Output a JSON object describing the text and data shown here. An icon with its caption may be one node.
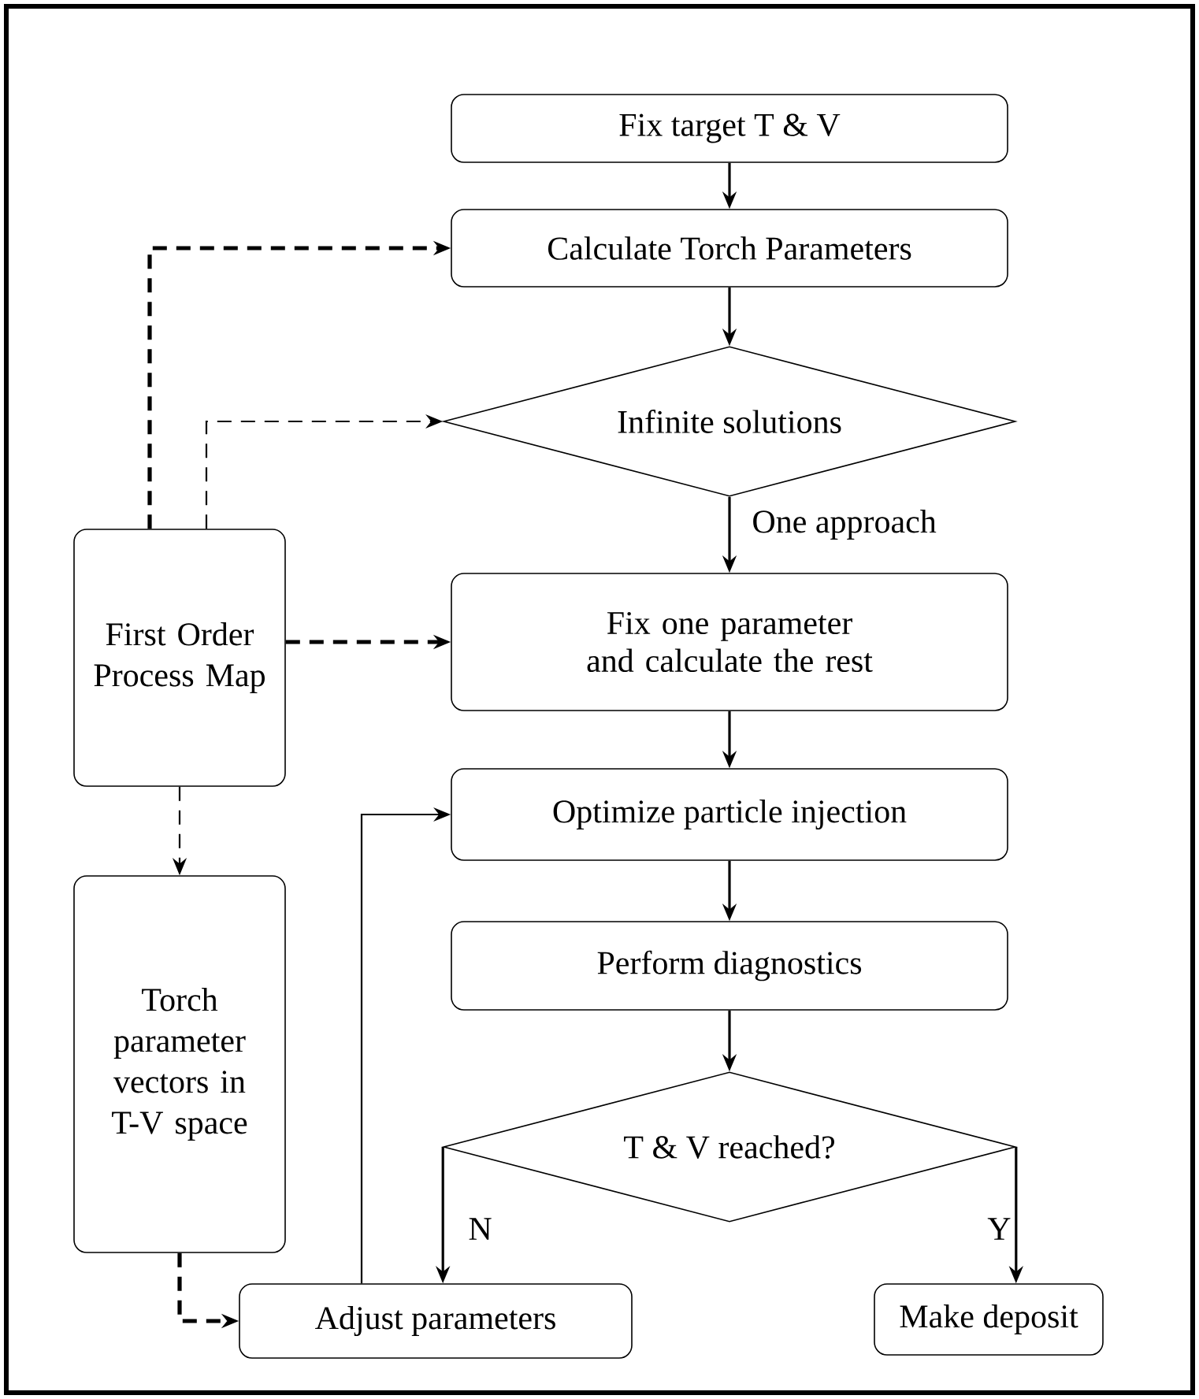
{
  "diagram": {
    "nodes": [
      {
        "text": [
          "Fix target T & V"
        ]
      },
      {
        "text": [
          "Calculate Torch Parameters"
        ]
      },
      {
        "text": [
          "Infinite solutions"
        ]
      },
      {
        "text": [
          "Fix one parameter and calculate the rest"
        ]
      },
      {
        "text": [
          "Optimize particle injection"
        ]
      },
      {
        "text": [
          "Perform diagnostics"
        ]
      },
      {
        "text": [
          "T & V reached?"
        ]
      },
      {
        "text": [
          "Make deposit"
        ]
      },
      {
        "text": [
          "First Order Process Map"
        ]
      },
      {
        "text": [
          "Torch parameter vectors in T-V space"
        ]
      },
      {
        "text": [
          "Adjust parameters"
        ]
      }
    ],
    "edges": [
      {
        "from": 0,
        "to": 1,
        "arrow": "to"
      },
      {
        "from": 1,
        "to": 2,
        "arrow": "to"
      },
      {
        "from": 2,
        "to": 3,
        "arrow": "to",
        "label": "One approach"
      },
      {
        "from": 3,
        "to": 4,
        "arrow": "to"
      },
      {
        "from": 4,
        "to": 5,
        "arrow": "to"
      },
      {
        "from": 5,
        "to": 6,
        "arrow": "to"
      },
      {
        "from": 6,
        "to": 10,
        "arrow": "to",
        "label": "N"
      },
      {
        "from": 6,
        "to": 7,
        "arrow": "to",
        "label": "Y"
      },
      {
        "from": 10,
        "to": 4,
        "arrow": "to"
      },
      {
        "from": 8,
        "to": 1,
        "arrow": "to",
        "style": "dashed"
      },
      {
        "from": 8,
        "to": 2,
        "arrow": "to",
        "style": "dashed"
      },
      {
        "from": 8,
        "to": 3,
        "arrow": "to",
        "style": "dashed"
      },
      {
        "from": 8,
        "to": 9,
        "arrow": "to",
        "style": "dashed"
      },
      {
        "from": 9,
        "to": 10,
        "arrow": "to",
        "style": "dashed"
      }
    ]
  }
}
